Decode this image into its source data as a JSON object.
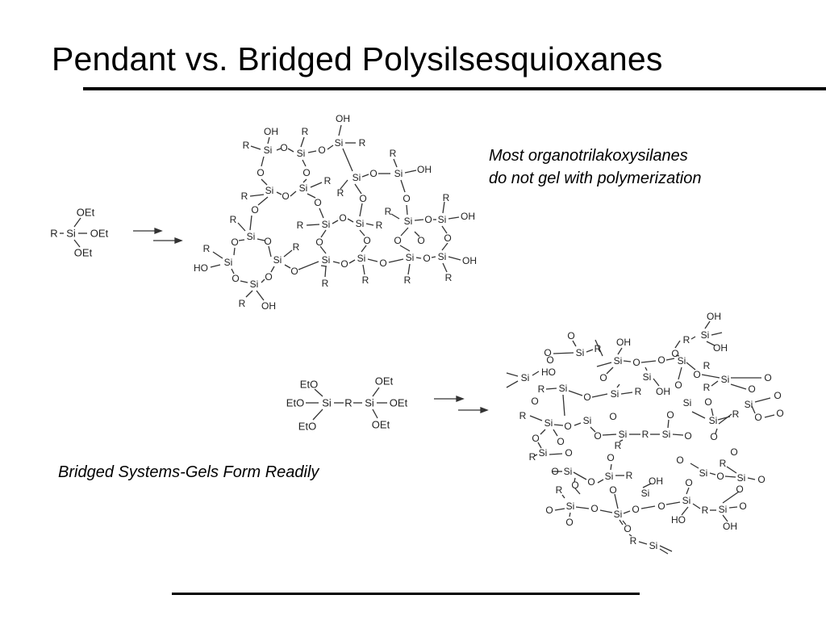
{
  "slide": {
    "title": "Pendant vs. Bridged Polysilsesquioxanes",
    "note_top_line1": "Most organotrilakoxysilanes",
    "note_top_line2": "do not gel with polymerization",
    "note_bottom": "Bridged Systems-Gels Form Readily"
  },
  "labels": {
    "si": "Si",
    "o": "O",
    "r": "R",
    "oh": "OH",
    "ho": "HO",
    "oet": "OEt",
    "eto": "EtO"
  }
}
